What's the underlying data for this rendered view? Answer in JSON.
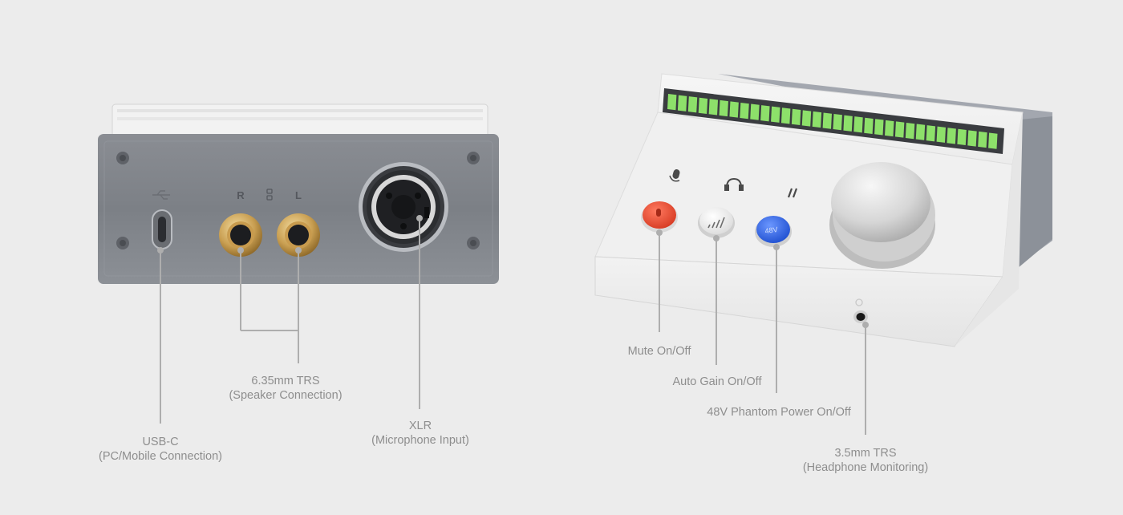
{
  "back_panel": {
    "port_icons": {
      "usb": "usb-symbol-icon",
      "right": "R",
      "link": "link-symbol-icon",
      "left": "L"
    },
    "callouts": {
      "usb_c": {
        "title": "USB-C",
        "subtitle": "(PC/Mobile Connection)"
      },
      "trs_635": {
        "title": "6.35mm TRS",
        "subtitle": "(Speaker Connection)"
      },
      "xlr": {
        "title": "XLR",
        "subtitle": "(Microphone Input)"
      }
    }
  },
  "front_panel": {
    "meter": {
      "segments": 32,
      "color": "#8de06a"
    },
    "buttons": {
      "mute": {
        "icon": "microphone-icon",
        "color": "#e2412b"
      },
      "auto_gain": {
        "icon": "headphones-icon",
        "color": "#f4f4f4"
      },
      "phantom": {
        "icon": "phantom-icon",
        "badge": "48V",
        "color": "#2a5fe0"
      }
    },
    "callouts": {
      "mute": {
        "title": "Mute On/Off"
      },
      "auto_gain": {
        "title": "Auto Gain On/Off"
      },
      "phantom": {
        "title": "48V Phantom Power On/Off"
      },
      "headphone": {
        "title": "3.5mm TRS",
        "subtitle": "(Headphone Monitoring)"
      }
    }
  },
  "colors": {
    "background": "#ececec",
    "leader_line": "#aeaeae",
    "label_text": "#8e8e8e"
  }
}
